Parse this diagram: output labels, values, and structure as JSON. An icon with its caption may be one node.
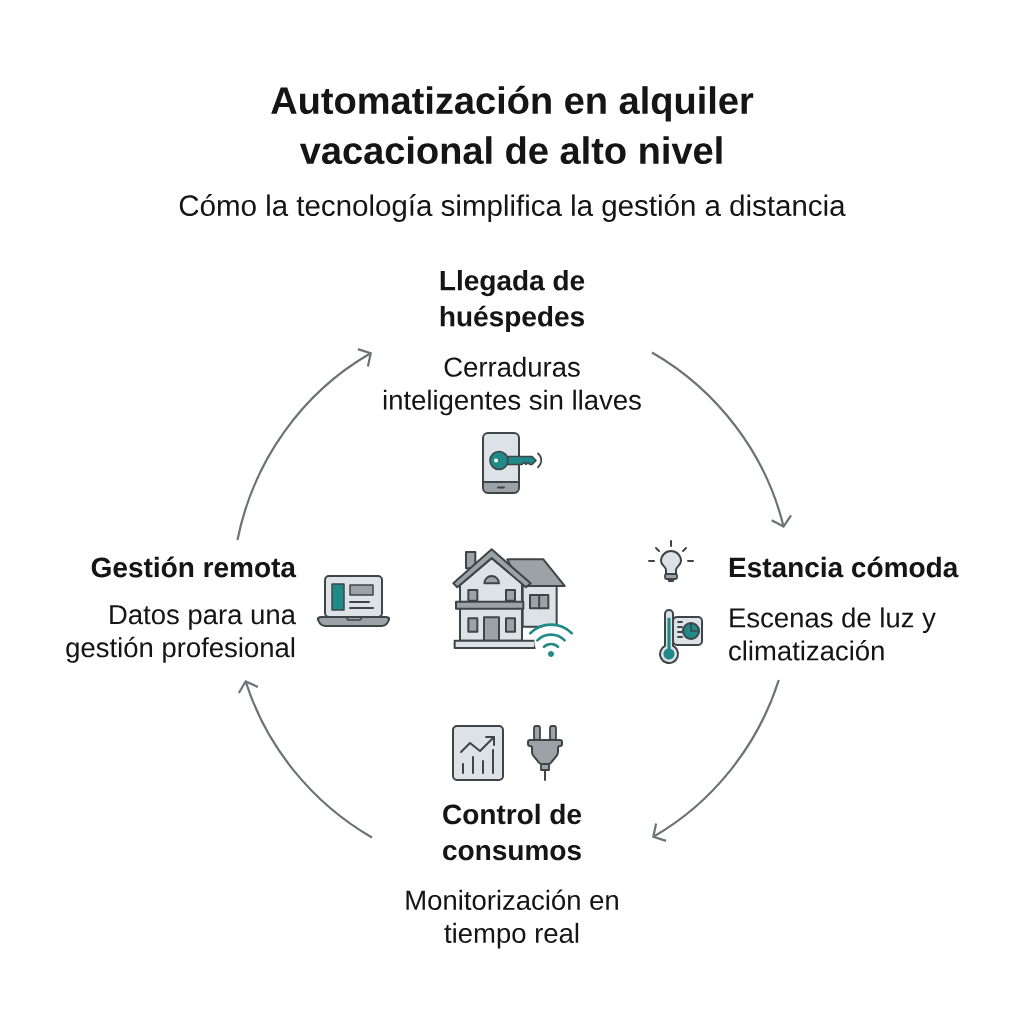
{
  "diagram": {
    "title": "Automatización en alquiler vacacional de alto nivel",
    "nodes": [
      {
        "text": [
          "Llegada de huéspedes",
          "Cerraduras inteligentes sin llaves"
        ]
      },
      {
        "text": [
          "Gestión remota",
          "Datos para una gestión profesional"
        ]
      },
      {
        "text": [
          "Estancia cómoda",
          "Escenas de luz y climatización"
        ]
      },
      {
        "text": [
          "Control de consumos",
          "Monitorización en tiempo real"
        ]
      }
    ],
    "edges": [
      {
        "from": 0,
        "to": 2,
        "arrow": "to"
      },
      {
        "from": 2,
        "to": 3,
        "arrow": "to"
      },
      {
        "from": 3,
        "to": 1,
        "arrow": "to"
      },
      {
        "from": 1,
        "to": 0,
        "arrow": "to"
      }
    ],
    "labels": [
      "Cómo la tecnología simplifica la gestión a distancia"
    ]
  }
}
